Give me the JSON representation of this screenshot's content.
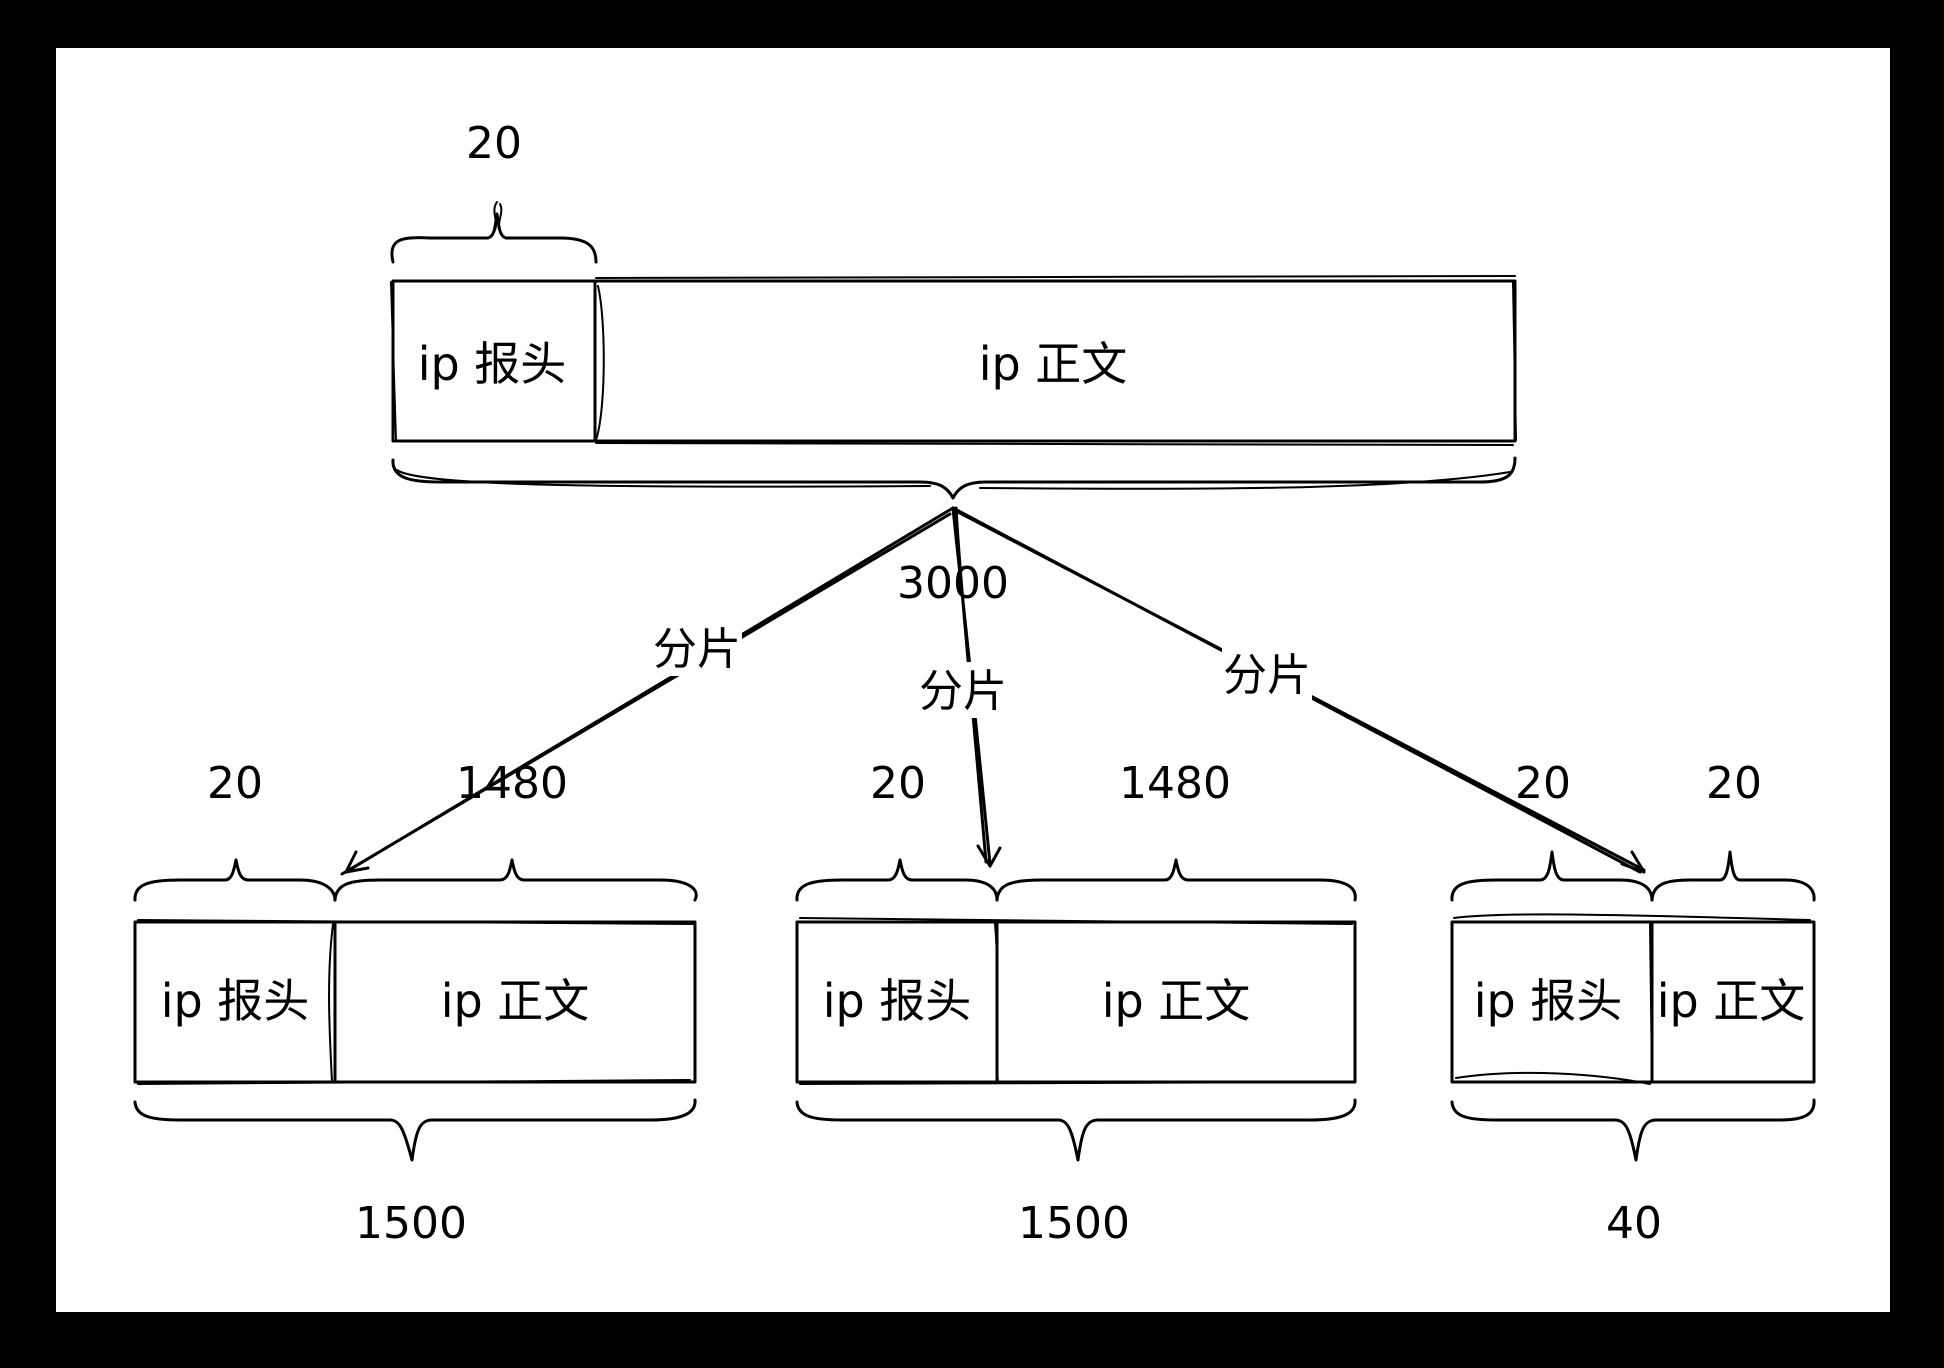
{
  "diagram": {
    "colors": {
      "background": "#000000",
      "canvas": "#ffffff",
      "ink": "#000000"
    },
    "original": {
      "header_size": "20",
      "header_label": "ip 报头",
      "body_label": "ip 正文",
      "total_size": "3000"
    },
    "fragments": [
      {
        "header_size": "20",
        "body_size": "1480",
        "header_label": "ip 报头",
        "body_label": "ip 正文",
        "total_size": "1500"
      },
      {
        "header_size": "20",
        "body_size": "1480",
        "header_label": "ip 报头",
        "body_label": "ip 正文",
        "total_size": "1500"
      },
      {
        "header_size": "20",
        "body_size": "20",
        "header_label": "ip 报头",
        "body_label": "ip 正文",
        "total_size": "40"
      }
    ],
    "edges": [
      {
        "label": "分片"
      },
      {
        "label": "分片"
      },
      {
        "label": "分片"
      }
    ]
  }
}
